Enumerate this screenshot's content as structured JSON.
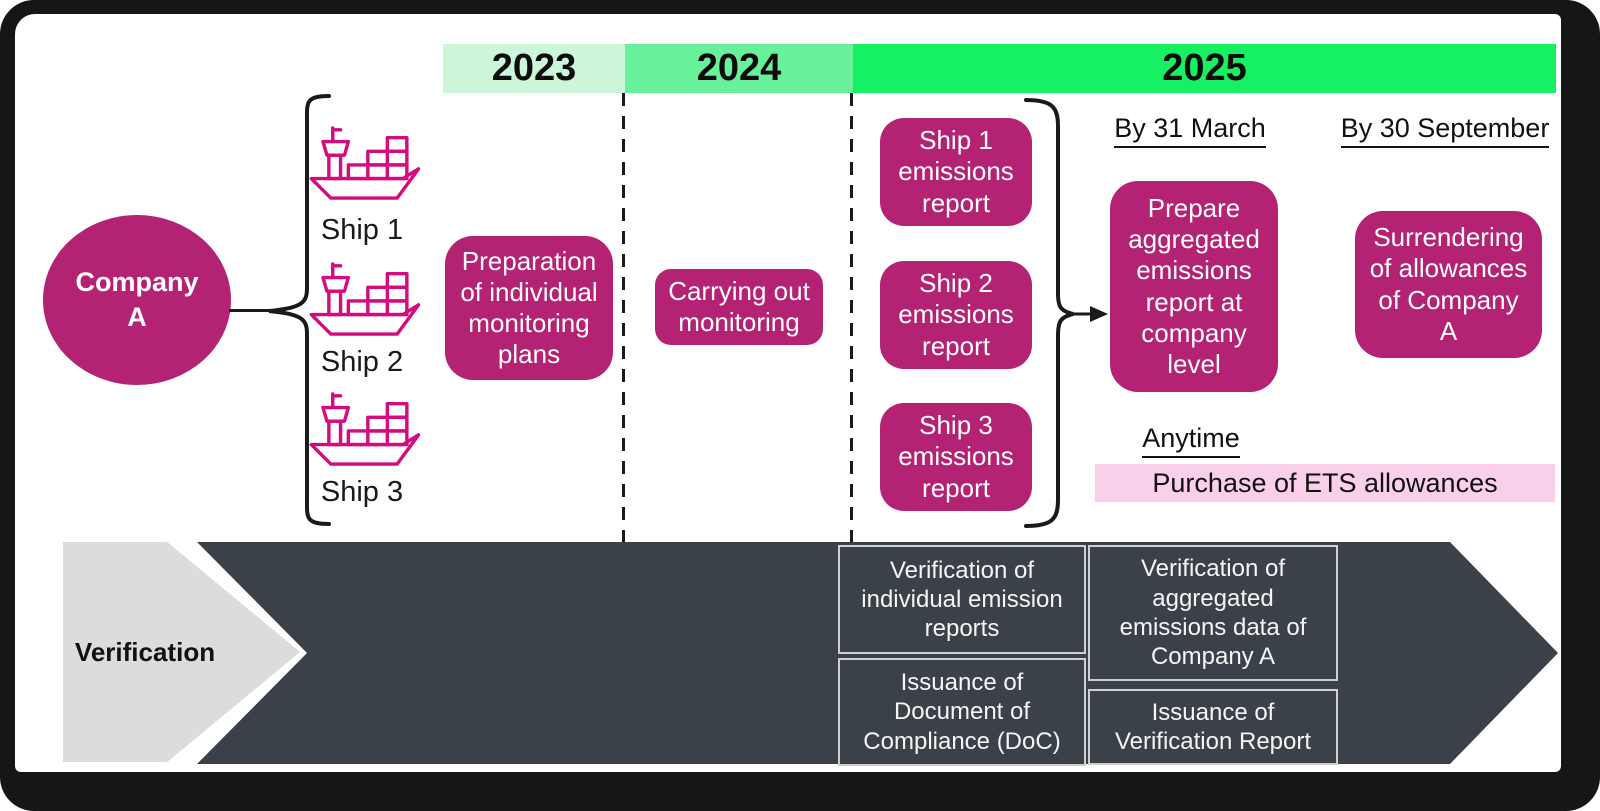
{
  "colors": {
    "magenta": "#b42274",
    "ship_stroke": "#d40b7e",
    "green_2023": "#cbf6da",
    "green_2024": "#69f09a",
    "green_2025": "#15f163",
    "pink_bar": "#f9cfe9",
    "dark": "#3b4148",
    "chevron_gray": "#dcdcdc",
    "box_border": "#cfcfcf"
  },
  "years": {
    "y2023": "2023",
    "y2024": "2024",
    "y2025": "2025"
  },
  "company": {
    "name": "Company\nA"
  },
  "ships": {
    "ship1": "Ship 1",
    "ship2": "Ship 2",
    "ship3": "Ship 3"
  },
  "boxes": {
    "preparation": "Preparation\nof individual\nmonitoring\nplans",
    "carrying_out": "Carrying out\nmonitoring",
    "ship1_report": "Ship 1\nemissions\nreport",
    "ship2_report": "Ship 2\nemissions\nreport",
    "ship3_report": "Ship 3\nemissions\nreport",
    "prepare_aggregated": "Prepare\naggregated\nemissions\nreport at\ncompany\nlevel",
    "surrendering": "Surrendering\nof allowances\nof Company\nA"
  },
  "deadlines": {
    "march": "By 31 March",
    "september": "By 30 September",
    "anytime": "Anytime"
  },
  "purchase_bar": {
    "label": "Purchase of ETS allowances"
  },
  "verification": {
    "label": "Verification",
    "box_individual": "Verification of\nindividual emission\nreports",
    "box_doc": "Issuance of\nDocument of\nCompliance (DoC)",
    "box_aggregated": "Verification of\naggregated\nemissions data of\nCompany A",
    "box_report": "Issuance of\nVerification Report"
  }
}
